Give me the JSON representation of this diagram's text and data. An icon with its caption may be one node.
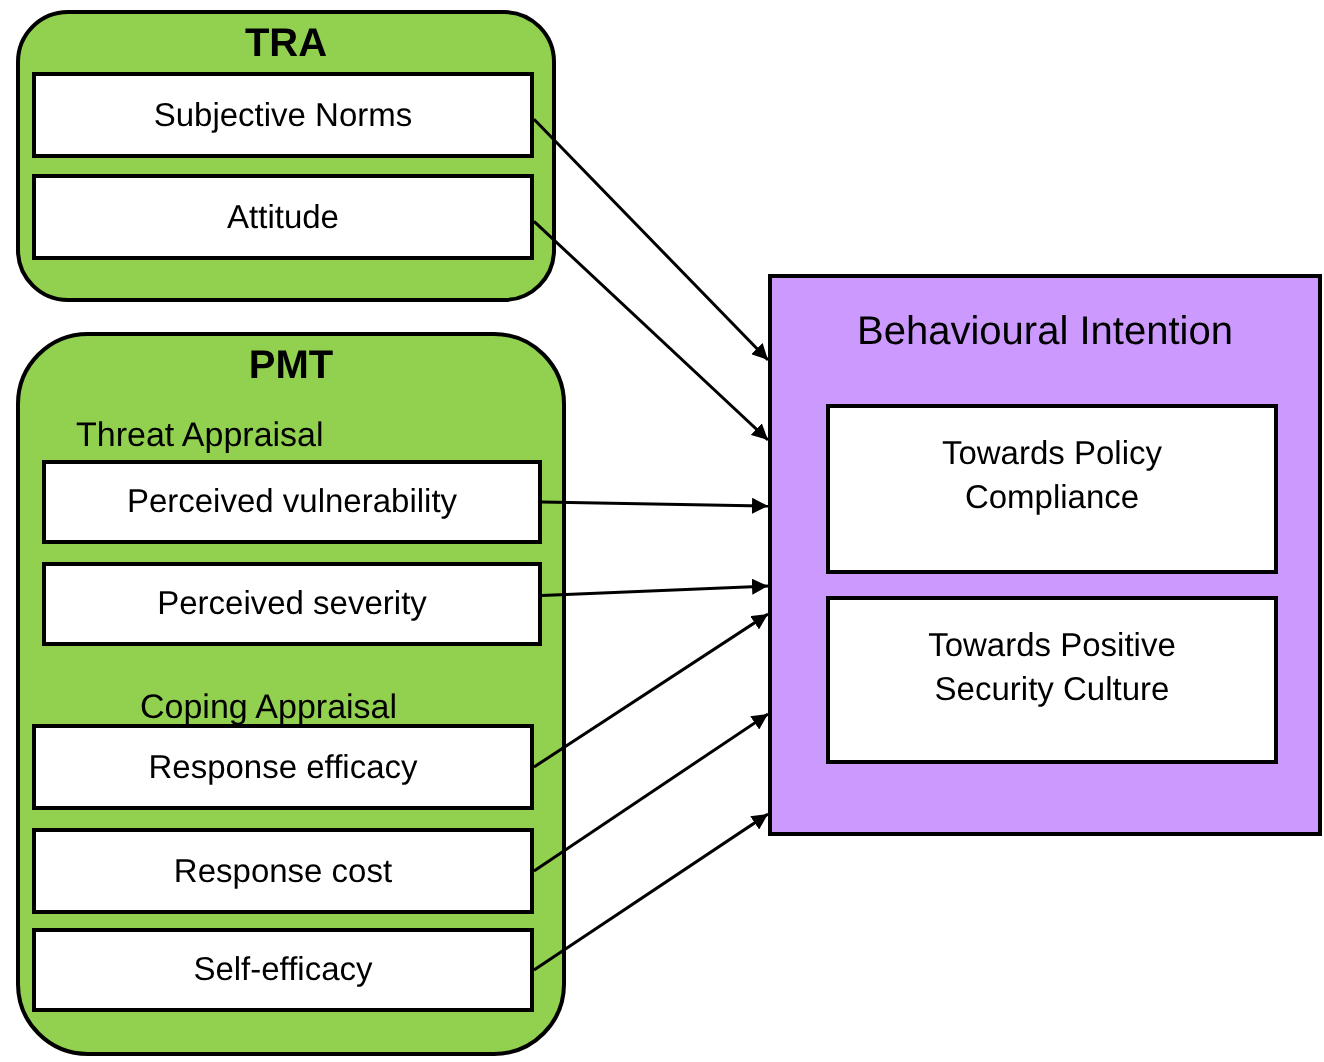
{
  "diagram": {
    "nodes": [
      {
        "text": [
          "TRA"
        ]
      },
      {
        "text": [
          "Subjective Norms"
        ],
        "in": 0
      },
      {
        "text": [
          "Attitude"
        ],
        "in": 0
      },
      {
        "text": [
          "PMT",
          "Threat Appraisal",
          "Coping Appraisal"
        ]
      },
      {
        "text": [
          "Perceived vulnerability"
        ],
        "in": 3
      },
      {
        "text": [
          "Perceived severity"
        ],
        "in": 3
      },
      {
        "text": [
          "Response efficacy"
        ],
        "in": 3
      },
      {
        "text": [
          "Response cost"
        ],
        "in": 3
      },
      {
        "text": [
          "Self-efficacy"
        ],
        "in": 3
      },
      {
        "text": [
          "Behavioural Intention"
        ]
      },
      {
        "text": [
          "Towards Policy Compliance"
        ],
        "in": 9
      },
      {
        "text": [
          "Towards Positive Security Culture"
        ],
        "in": 9
      }
    ],
    "edges": [
      {
        "from": 1,
        "to": 9,
        "arrow": "to"
      },
      {
        "from": 2,
        "to": 9,
        "arrow": "to"
      },
      {
        "from": 4,
        "to": 9,
        "arrow": "to"
      },
      {
        "from": 5,
        "to": 9,
        "arrow": "to"
      },
      {
        "from": 6,
        "to": 9,
        "arrow": "to"
      },
      {
        "from": 7,
        "to": 9,
        "arrow": "to"
      },
      {
        "from": 8,
        "to": 9,
        "arrow": "to"
      }
    ]
  }
}
